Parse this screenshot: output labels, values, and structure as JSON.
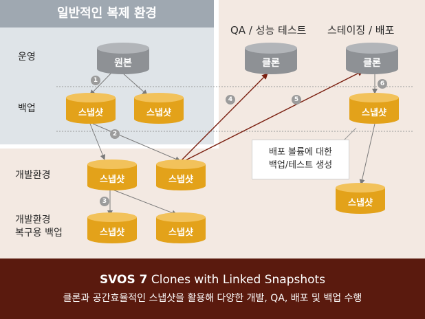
{
  "header": {
    "title": "일반적인 복제 환경",
    "qa_header": "QA / 성능 테스트",
    "staging_header": "스테이징 / 배포"
  },
  "row_labels": {
    "operation": "운영",
    "backup": "백업",
    "dev": "개발환경",
    "dev_restore_line1": "개발환경",
    "dev_restore_line2": "복구용 백업"
  },
  "nodes": {
    "original": "원본",
    "clone": "클론",
    "snapshot": "스냅샷"
  },
  "steps": [
    "1",
    "2",
    "3",
    "4",
    "5",
    "6"
  ],
  "callout": "배포 볼륨에 대한\n백업/테스트 생성",
  "footer": {
    "brand": "SVOS 7",
    "line1": "Clones with Linked Snapshots",
    "line2": "클론과 공간효율적인 스냅샷을 활용해 다양한 개발, QA, 배포 및 백업 수행"
  },
  "colors": {
    "gray_region": "#dfe4e8",
    "title_band": "#9fa8b1",
    "peach_region": "#f3e9e2",
    "snapshot_gold": "#e3a21a",
    "clone_gray": "#8e9195",
    "footer_bg": "#5a1a0e",
    "arrow": "#7a7a7a",
    "link_arrow": "#7a1f10"
  }
}
